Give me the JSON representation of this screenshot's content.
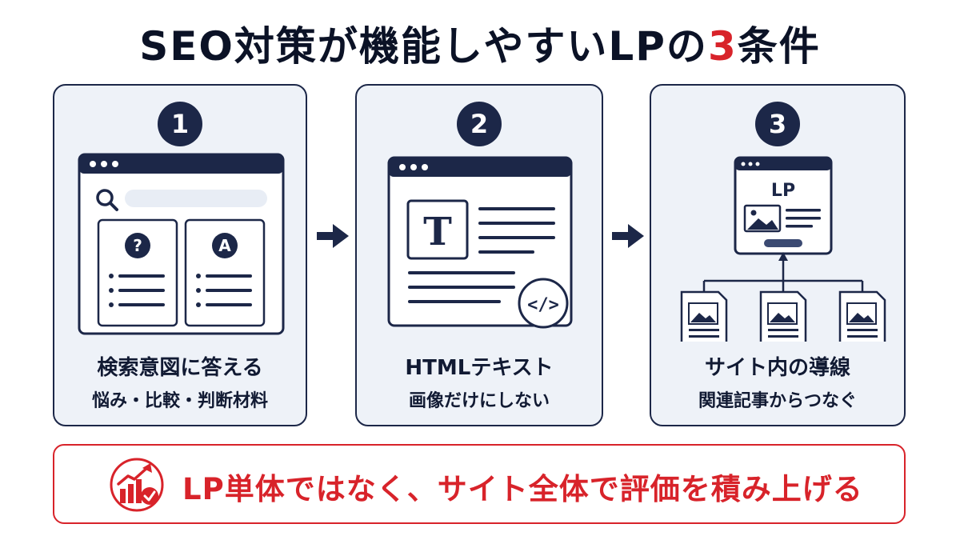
{
  "title": {
    "main": "SEO対策が機能しやすいLPの",
    "number": "3",
    "suffix": "条件"
  },
  "colors": {
    "navy": "#1c2748",
    "card_bg": "#eef2f8",
    "accent_red": "#d8232a"
  },
  "cards": [
    {
      "number": "1",
      "caption_main": "検索意図に答える",
      "caption_sub": "悩み・比較・判断材料",
      "icons": [
        "browser-window-icon",
        "search-icon",
        "question-icon",
        "answer-a-icon",
        "list-icon"
      ],
      "labels": {
        "question": "?",
        "answer": "A"
      }
    },
    {
      "number": "2",
      "caption_main": "HTMLテキスト",
      "caption_sub": "画像だけにしない",
      "icons": [
        "browser-window-icon",
        "text-t-icon",
        "code-icon"
      ],
      "labels": {
        "text": "T",
        "code": "</>"
      }
    },
    {
      "number": "3",
      "caption_main": "サイト内の導線",
      "caption_sub": "関連記事からつなぐ",
      "icons": [
        "lp-page-icon",
        "image-icon",
        "document-icon",
        "link-arrow-icon"
      ],
      "labels": {
        "lp": "LP"
      }
    }
  ],
  "banner": {
    "text": "LP単体ではなく、サイト全体で評価を積み上げる",
    "icon": "growth-chart-check-icon"
  }
}
